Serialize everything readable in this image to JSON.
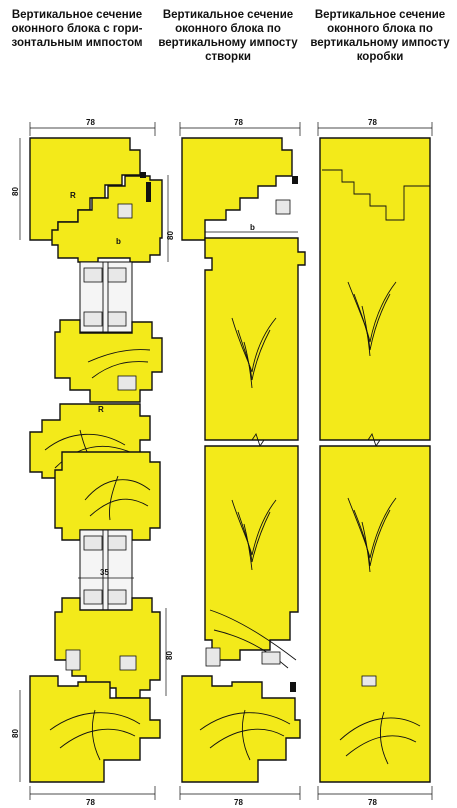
{
  "titles": {
    "col1": "Вертикальное сечение оконного блока с гори-\nзонтальным импостом",
    "col2": "Вертикальное сечение оконного блока по вертикальному импосту створки",
    "col3": "Вертикальное сечение оконного блока по вертикальному импосту коробки"
  },
  "dimensions": {
    "width_top": "78",
    "width_bottom": "78",
    "height": "80",
    "glazing": "35",
    "radius": "R",
    "b_mark": "b"
  },
  "colors": {
    "wood": "#f3ea1a",
    "outline": "#111111"
  }
}
